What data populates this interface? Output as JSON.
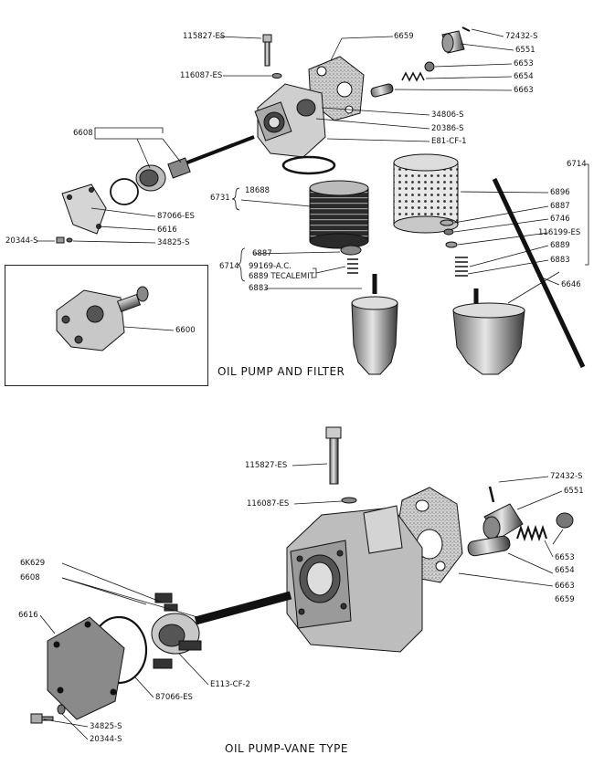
{
  "titles": {
    "top": "OIL PUMP AND FILTER",
    "bottom": "OIL PUMP-VANE TYPE"
  },
  "top_labels": {
    "p115827": "115827-ES",
    "p116087": "116087-ES",
    "p6659": "6659",
    "p72432": "72432-S",
    "p6551": "6551",
    "p6653": "6653",
    "p6654": "6654",
    "p6663": "6663",
    "p34806": "34806-S",
    "p20386": "20386-S",
    "pE81": "E81-CF-1",
    "p6608": "6608",
    "p6714a": "6714",
    "p6731": "6731",
    "p18688": "18688",
    "p6896": "6896",
    "p6887a": "6887",
    "p6746": "6746",
    "p116199": "116199-ES",
    "p6889a": "6889",
    "p6883a": "6883",
    "p6646": "6646",
    "p87066": "87066-ES",
    "p6616": "6616",
    "p20344": "20344-S",
    "p34825": "34825-S",
    "p6887b": "6887",
    "p6714b": "6714",
    "p99169": "99169-A.C.",
    "p6889b": "6889 TECALEMIT",
    "p6883b": "6883",
    "p6600": "6600"
  },
  "bottom_labels": {
    "p115827": "115827-ES",
    "p116087": "116087-ES",
    "p72432": "72432-S",
    "p6551": "6551",
    "p6653": "6653",
    "p6654": "6654",
    "p6663": "6663",
    "p6659": "6659",
    "p6K629": "6K629",
    "p6608": "6608",
    "p6616": "6616",
    "pE113": "E113-CF-2",
    "p87066": "87066-ES",
    "p34825": "34825-S",
    "p20344": "20344-S"
  },
  "colors": {
    "ink": "#111111",
    "part_fill": "#d9d9d9",
    "part_dark": "#6a6a6a",
    "part_shadow": "#3a3a3a",
    "paper": "#ffffff"
  }
}
